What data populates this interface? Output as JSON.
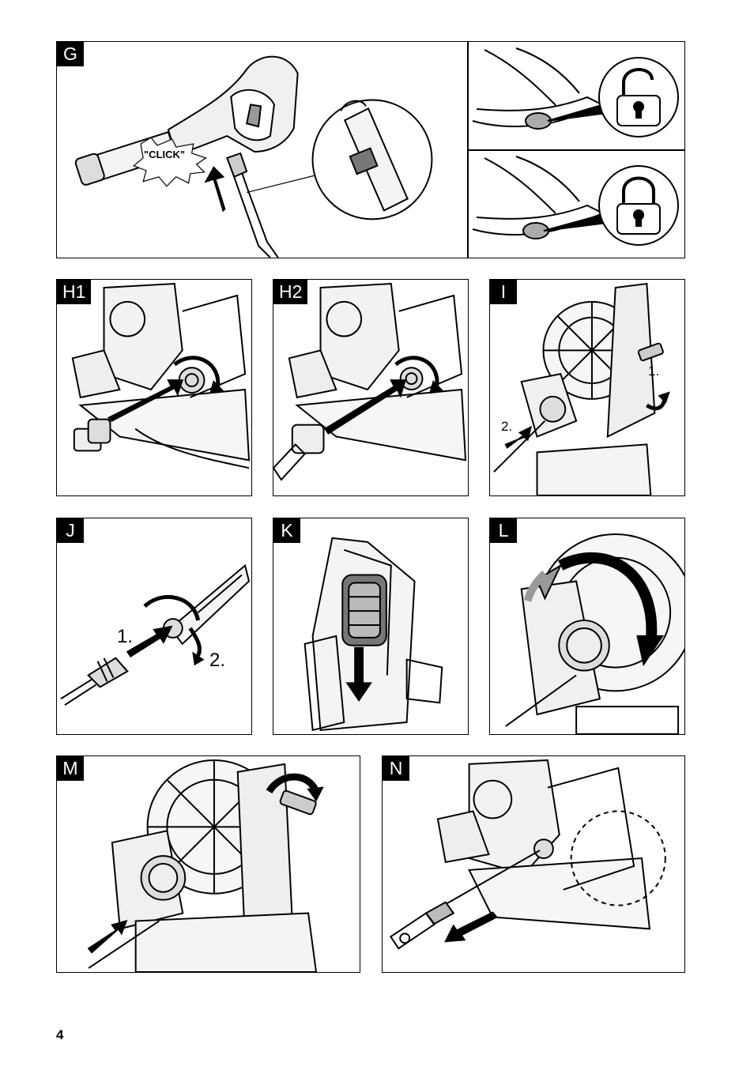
{
  "panels": {
    "g": {
      "label": "G",
      "click_text": "\"CLICK\""
    },
    "h1": {
      "label": "H1"
    },
    "h2": {
      "label": "H2"
    },
    "i": {
      "label": "I",
      "step1": "1.",
      "step2": "2."
    },
    "j": {
      "label": "J",
      "step1": "1.",
      "step2": "2."
    },
    "k": {
      "label": "K"
    },
    "l": {
      "label": "L"
    },
    "m": {
      "label": "M"
    },
    "n": {
      "label": "N"
    }
  },
  "page": {
    "number": "4"
  },
  "icons": {
    "unlocked": "padlock-open-icon",
    "locked": "padlock-closed-icon"
  }
}
